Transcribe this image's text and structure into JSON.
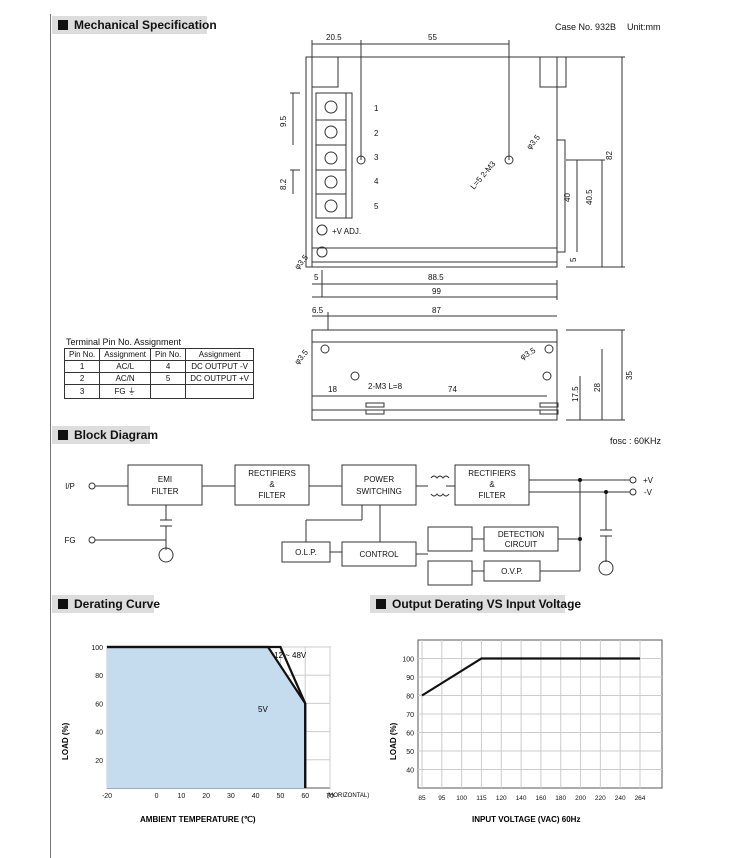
{
  "sections": {
    "mechanical": "Mechanical Specification",
    "block": "Block Diagram",
    "derating": "Derating Curve",
    "output_vs_input": "Output Derating VS Input Voltage"
  },
  "case_info": "Case No. 932B",
  "unit": "Unit:mm",
  "fosc": "fosc : 60KHz",
  "mech": {
    "top_dims": [
      "20.5",
      "55"
    ],
    "right_dims": [
      "82",
      "40",
      "40.5",
      "5"
    ],
    "left_dims": [
      "9.5",
      "8.2"
    ],
    "bottom_dims": [
      "5",
      "88.5",
      "99"
    ],
    "terminal_numbers": [
      "1",
      "2",
      "3",
      "4",
      "5"
    ],
    "vadj_label": "+V ADJ.",
    "hole_label_1": "φ3.5",
    "hole_label_2": "φ3.5",
    "screw_label": "L=5  2-M3",
    "side_top_dims": [
      "6.5",
      "87"
    ],
    "side_right_dims": [
      "35",
      "28",
      "17.5"
    ],
    "side_bottom_dims": [
      "18",
      "74"
    ],
    "side_screw_label": "2-M3  L=8",
    "side_hole_1": "φ3.5",
    "side_hole_2": "φ3.5"
  },
  "pin_table": {
    "title": "Terminal Pin No.  Assignment",
    "headers": [
      "Pin No.",
      "Assignment",
      "Pin No.",
      "Assignment"
    ],
    "rows": [
      [
        "1",
        "AC/L",
        "4",
        "DC OUTPUT -V"
      ],
      [
        "2",
        "AC/N",
        "5",
        "DC OUTPUT +V"
      ],
      [
        "3",
        "FG ⏚",
        "",
        ""
      ]
    ]
  },
  "block": {
    "ip": "I/P",
    "fg": "FG",
    "emi": [
      "EMI",
      "FILTER"
    ],
    "rect1": [
      "RECTIFIERS",
      "&",
      "FILTER"
    ],
    "power": [
      "POWER",
      "SWITCHING"
    ],
    "rect2": [
      "RECTIFIERS",
      "&",
      "FILTER"
    ],
    "olp": "O.L.P.",
    "control": "CONTROL",
    "detection": [
      "DETECTION",
      "CIRCUIT"
    ],
    "ovp": "O.V.P.",
    "vpos": "+V",
    "vneg": "-V"
  },
  "chart_data": [
    {
      "type": "area",
      "xlabel": "AMBIENT TEMPERATURE (℃)",
      "ylabel": "LOAD (%)",
      "x_extra_label": "(HORIZONTAL)",
      "x_ticks": [
        -20,
        0,
        10,
        20,
        30,
        40,
        50,
        60,
        70
      ],
      "y_ticks": [
        20,
        40,
        60,
        80,
        100
      ],
      "xlim": [
        -20,
        70
      ],
      "ylim": [
        0,
        100
      ],
      "series": [
        {
          "name": "12 ~ 48V",
          "x": [
            -20,
            50,
            60,
            60
          ],
          "y": [
            100,
            100,
            60,
            0
          ]
        },
        {
          "name": "5V",
          "x": [
            -20,
            45,
            60,
            60
          ],
          "y": [
            100,
            100,
            60,
            0
          ]
        }
      ],
      "fill_color": "#c5dcef"
    },
    {
      "type": "line",
      "xlabel": "INPUT VOLTAGE (VAC) 60Hz",
      "ylabel": "LOAD (%)",
      "x_ticks": [
        85,
        95,
        100,
        115,
        120,
        140,
        160,
        180,
        200,
        220,
        240,
        264
      ],
      "y_ticks": [
        40,
        50,
        60,
        70,
        80,
        90,
        100
      ],
      "ylim": [
        40,
        100
      ],
      "series": [
        {
          "x": [
            85,
            115,
            264
          ],
          "y": [
            80,
            100,
            100
          ]
        }
      ]
    }
  ]
}
